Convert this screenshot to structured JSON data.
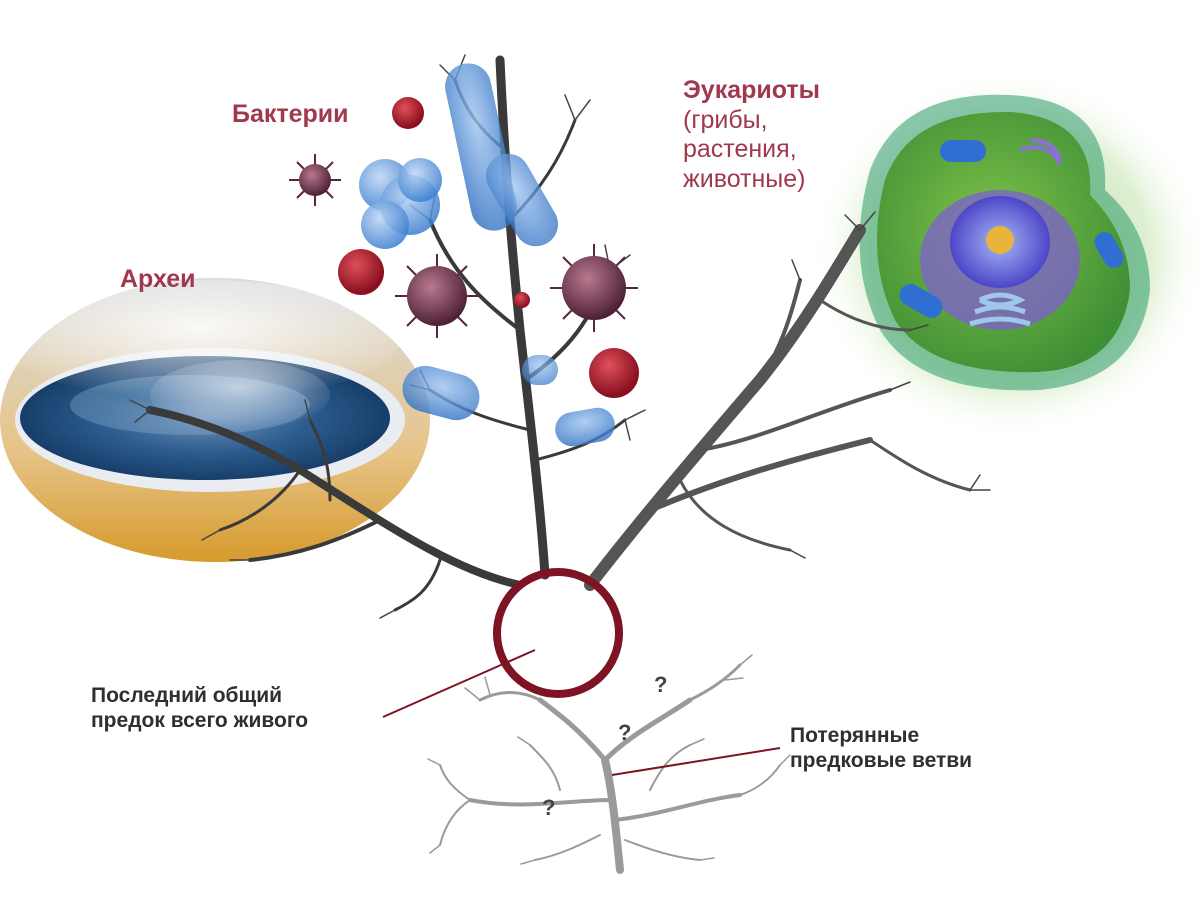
{
  "groups": {
    "bacteria": {
      "title": "Бактерии"
    },
    "archaea": {
      "title": "Археи"
    },
    "eukaryotes": {
      "title": "Эукариоты",
      "sub_line1": "(грибы,",
      "sub_line2": "растения,",
      "sub_line3": "животные)"
    }
  },
  "annotations": {
    "luca_line1": "Последний общий",
    "luca_line2": "предок всего живого",
    "lost_line1": "Потерянные",
    "lost_line2": "предковые ветви"
  },
  "unknown_mark": "?",
  "colors": {
    "accent": "#a0394e",
    "luca_ring": "#7d1323",
    "tree_dark": "#3a3a3a",
    "tree_light": "#9a9a9a"
  }
}
